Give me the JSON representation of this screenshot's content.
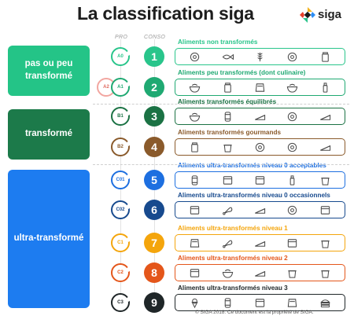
{
  "header": {
    "title": "La classification siga",
    "logo_text": "siga",
    "col_pro": "PRO",
    "col_conso": "CONSO"
  },
  "groups": [
    {
      "label": "pas ou peu transformé",
      "color": "#24c487"
    },
    {
      "label": "transformé",
      "color": "#1c7a4a"
    },
    {
      "label": "ultra-transformé",
      "color": "#1d7cf0"
    }
  ],
  "rows": [
    {
      "label": "Aliments non transformés",
      "color": "#29c58b",
      "pro_badges": [],
      "conso_badge": "A0",
      "number": "1",
      "icons": [
        "egg-icon",
        "fish-icon",
        "wheat-icon",
        "vegetables-icon",
        "milk-jar-icon"
      ]
    },
    {
      "label": "Aliments peu transformés (dont culinaire)",
      "color": "#1fa972",
      "pro_badges": [
        "A2"
      ],
      "conso_badge": "A1",
      "number": "2",
      "icons": [
        "pasta-icon",
        "baby-food-icon",
        "flour-bag-icon",
        "rice-pot-icon",
        "oil-bottle-icon"
      ]
    },
    {
      "label": "Aliments transformés équilibrés",
      "color": "#1b7244",
      "pro_badges": [],
      "conso_badge": "B1",
      "number": "3",
      "icons": [
        "salad-bowl-icon",
        "canned-food-icon",
        "bread-icon",
        "dish-icon",
        "cheese-icon"
      ]
    },
    {
      "label": "Aliments transformés gourmands",
      "color": "#8a5a2b",
      "pro_badges": [],
      "conso_badge": "B2",
      "number": "4",
      "icons": [
        "jar-icon",
        "pudding-icon",
        "pie-icon",
        "pancakes-icon",
        "camembert-icon"
      ]
    },
    {
      "label": "Aliments ultra-transformés niveau 0 acceptables",
      "color": "#1d6fe0",
      "pro_badges": [],
      "conso_badge": "C01",
      "number": "5",
      "icons": [
        "canned-fish-icon",
        "cereal-box-icon",
        "ready-meal-tray-icon",
        "juice-carton-icon",
        "yogurt-pot-icon"
      ]
    },
    {
      "label": "Aliments ultra-transformés niveau 0 occasionnels",
      "color": "#174a8e",
      "pro_badges": [],
      "conso_badge": "C02",
      "number": "6",
      "icons": [
        "soup-box-icon",
        "chicken-leg-icon",
        "cake-slice-icon",
        "cookie-icon",
        "chocolate-bar-icon"
      ]
    },
    {
      "label": "Aliments ultra-transformés niveau 1",
      "color": "#f4a50c",
      "pro_badges": [],
      "conso_badge": "C1",
      "number": "7",
      "icons": [
        "biscuit-pack-icon",
        "sausage-icon",
        "sandwich-icon",
        "waffle-icon",
        "jelly-icon"
      ]
    },
    {
      "label": "Aliments ultra-transformés niveau 2",
      "color": "#e4561a",
      "pro_badges": [],
      "conso_badge": "C2",
      "number": "8",
      "icons": [
        "candy-box-icon",
        "croissant-icon",
        "toast-icon",
        "fries-icon",
        "ice-cream-cup-icon"
      ]
    },
    {
      "label": "Aliments ultra-transformés niveau 3",
      "color": "#1f2628",
      "pro_badges": [],
      "conso_badge": "C3",
      "number": "9",
      "icons": [
        "ice-cream-cone-icon",
        "soda-can-icon",
        "snack-box-icon",
        "chips-bag-icon",
        "burger-icon"
      ]
    }
  ],
  "footer": "© SIGA 2018. Ce document est la propriété de SIGA."
}
